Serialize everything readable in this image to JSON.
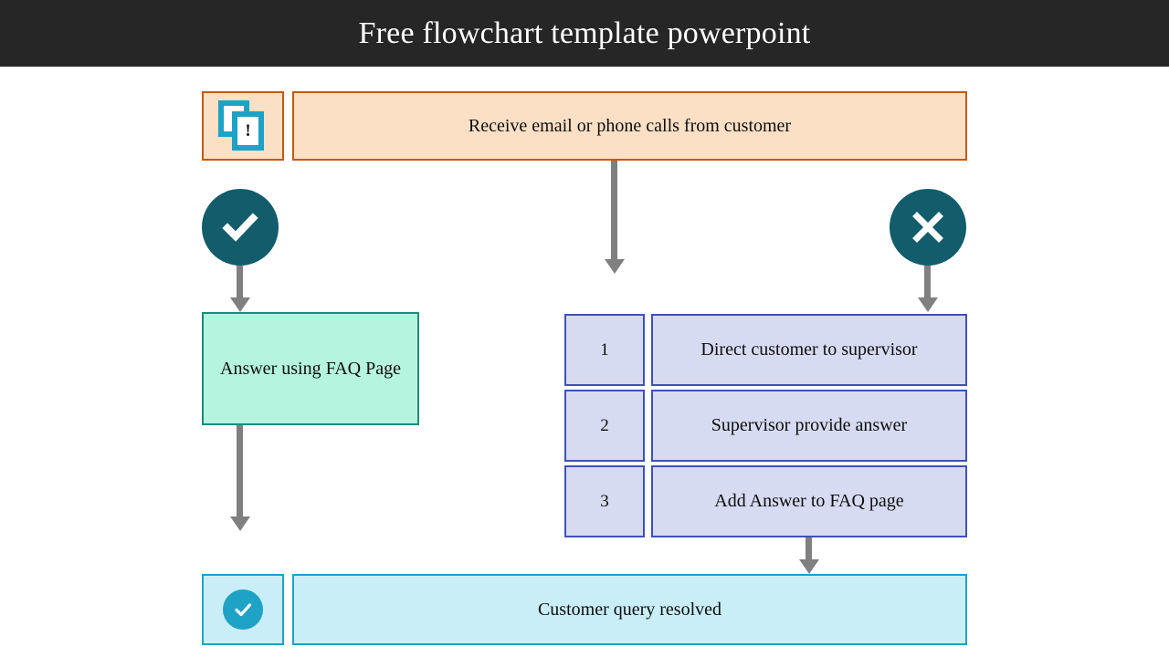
{
  "header": {
    "title": "Free flowchart template powerpoint",
    "background": "#262626",
    "text_color": "#ffffff"
  },
  "colors": {
    "peach_fill": "#FBE0C6",
    "peach_border": "#C25A11",
    "mint_fill": "#B5F5E0",
    "mint_border": "#1A8C7A",
    "lavender_fill": "#D7DBF2",
    "lavender_border": "#3F51B5",
    "lightblue_fill": "#C9EEF8",
    "lightblue_border": "#1EA2C6",
    "teal_circle": "#125C6B",
    "cyan_icon": "#1EA2C6",
    "arrow_gray": "#808080",
    "canvas_background": "#ffffff"
  },
  "flow": {
    "start": {
      "icon": "document-stack-alert-icon",
      "icon_symbol": "!",
      "label": "Receive email or phone calls from customer"
    },
    "branches": [
      {
        "icon": "check-circle-icon",
        "symbol": "check",
        "side": "left"
      },
      {
        "icon": "x-circle-icon",
        "symbol": "x",
        "side": "right"
      }
    ],
    "yes_path": {
      "label": "Answer using FAQ Page"
    },
    "no_path": {
      "steps": [
        {
          "number": "1",
          "label": "Direct customer to supervisor"
        },
        {
          "number": "2",
          "label": "Supervisor provide answer"
        },
        {
          "number": "3",
          "label": "Add Answer to FAQ page"
        }
      ]
    },
    "end": {
      "icon": "check-circle-icon",
      "label": "Customer query resolved"
    }
  }
}
